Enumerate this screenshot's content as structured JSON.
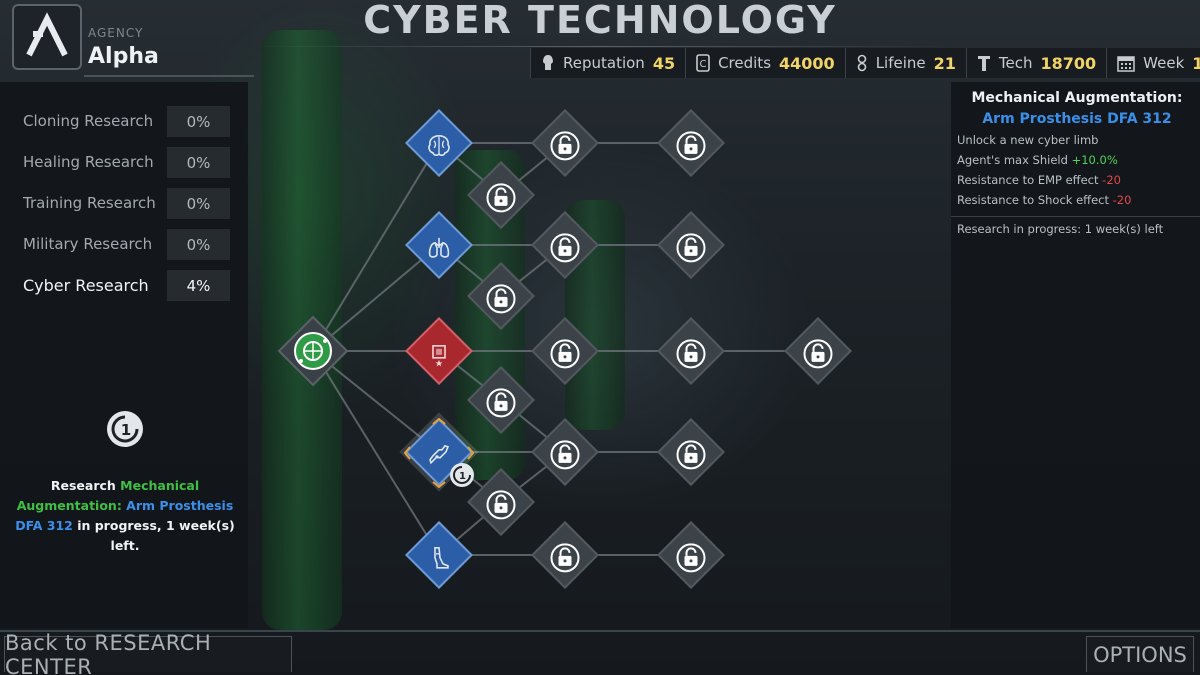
{
  "header": {
    "title": "CYBER TECHNOLOGY",
    "agency_label": "AGENCY",
    "agency_name": "Alpha"
  },
  "stats": [
    {
      "label": "Reputation",
      "value": "45",
      "icon": "reputation-icon"
    },
    {
      "label": "Credits",
      "value": "44000",
      "icon": "credits-icon"
    },
    {
      "label": "Lifeine",
      "value": "21",
      "icon": "lifeline-icon"
    },
    {
      "label": "Tech",
      "value": "18700",
      "icon": "tech-icon"
    },
    {
      "label": "Week",
      "value": "1",
      "icon": "calendar-icon"
    }
  ],
  "research_categories": [
    {
      "label": "Cloning Research",
      "value": "0%"
    },
    {
      "label": "Healing Research",
      "value": "0%"
    },
    {
      "label": "Training Research",
      "value": "0%"
    },
    {
      "label": "Military Research",
      "value": "0%"
    },
    {
      "label": "Cyber Research",
      "value": "4%",
      "active": true
    }
  ],
  "left_status": {
    "prefix": "Research",
    "tech_name_green": "Mechanical Augmentation:",
    "tech_name_blue": "Arm Prosthesis DFA 312",
    "suffix": "in progress, 1 week(s) left."
  },
  "selected_tech": {
    "title_white": "Mechanical Augmentation:",
    "title_blue": "Arm Prosthesis DFA 312",
    "effects": [
      {
        "text": "Unlock a new cyber limb",
        "value": ""
      },
      {
        "text": "Agent's max Shield",
        "value": "+10.0%"
      },
      {
        "text": "Resistance to EMP effect",
        "value": "-20"
      },
      {
        "text": "Resistance to Shock effect",
        "value": "-20"
      }
    ],
    "progress_text": "Research in progress: 1 week(s) left"
  },
  "tree": {
    "root_icon": "globe-network-icon",
    "unlocked_nodes": [
      {
        "name": "brain-augmentation",
        "icon": "brain-icon"
      },
      {
        "name": "lungs-augmentation",
        "icon": "lungs-icon"
      },
      {
        "name": "chip-augmentation",
        "icon": "chip-icon"
      },
      {
        "name": "arm-prosthesis",
        "icon": "arm-icon",
        "selected": true
      },
      {
        "name": "leg-prosthesis",
        "icon": "leg-icon"
      }
    ],
    "locked_node_icon": "padlock-icon"
  },
  "footer": {
    "back_label": "Back to RESEARCH CENTER",
    "options_label": "OPTIONS"
  },
  "colors": {
    "accent_blue": "#3a8fe8",
    "accent_green": "#3fbf45",
    "value_yellow": "#f0d466",
    "negative_red": "#e04848"
  }
}
